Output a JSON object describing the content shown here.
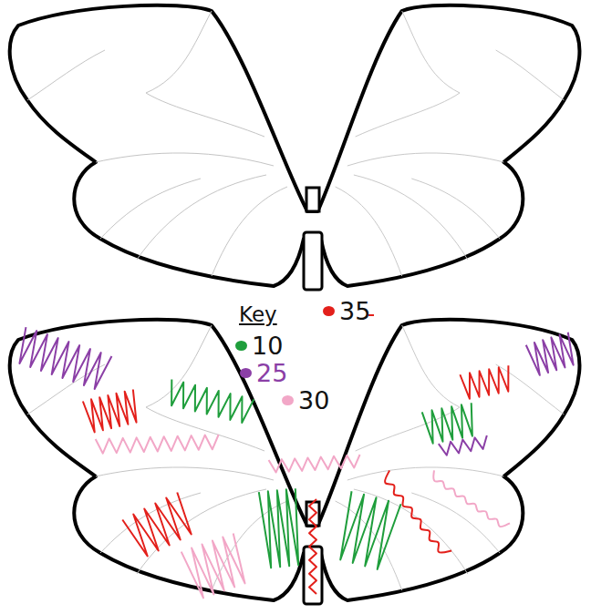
{
  "diagram": {
    "labels": [
      "Key"
    ],
    "legend": [
      {
        "text": "10",
        "color": "#1f9e3c"
      },
      {
        "text": "25",
        "color": "#8b3fa6"
      },
      {
        "text": "30",
        "color": "#f2a7c7"
      },
      {
        "text": "35",
        "color": "#e3201b"
      }
    ]
  }
}
